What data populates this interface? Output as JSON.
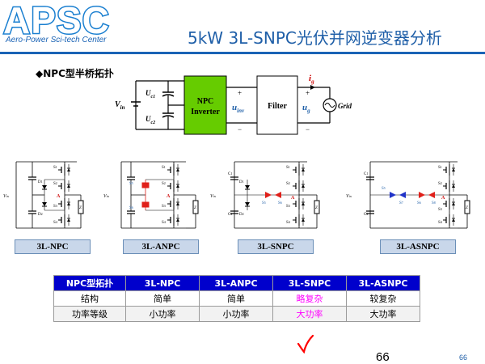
{
  "header": {
    "logo_text": "APSC",
    "logo_subtitle": "Aero-Power Sci-tech Center",
    "title": "5kW 3L-SNPC光伏并网逆变器分析",
    "accent_color": "#1a63b5"
  },
  "section": {
    "heading": "◆NPC型半桥拓扑"
  },
  "block_diagram": {
    "vin": "V",
    "vin_sub": "in",
    "uc1": "U",
    "uc1_sub": "c1",
    "uc2": "U",
    "uc2_sub": "c2",
    "npc_line1": "NPC",
    "npc_line2": "Inverter",
    "npc_color": "#66cc00",
    "uinv": "u",
    "uinv_sub": "inv",
    "filter": "Filter",
    "ug": "u",
    "ug_sub": "g",
    "ig": "i",
    "ig_sub": "g",
    "grid": "Grid",
    "plus": "+",
    "minus": "−"
  },
  "topologies": [
    {
      "label": "3L-NPC"
    },
    {
      "label": "3L-ANPC"
    },
    {
      "label": "3L-SNPC"
    },
    {
      "label": "3L-ASNPC"
    }
  ],
  "comparison_table": {
    "headers": [
      "NPC型拓扑",
      "3L-NPC",
      "3L-ANPC",
      "3L-SNPC",
      "3L-ASNPC"
    ],
    "rows": [
      [
        "结构",
        "简单",
        "简单",
        "略复杂",
        "较复杂"
      ],
      [
        "功率等级",
        "小功率",
        "小功率",
        "大功率",
        "大功率"
      ]
    ],
    "header_color": "#0000cc",
    "highlight_color": "#ff00ff"
  },
  "check_mark_color": "#ff0000",
  "footer": {
    "page_number": "66",
    "page_number_small": "66"
  }
}
